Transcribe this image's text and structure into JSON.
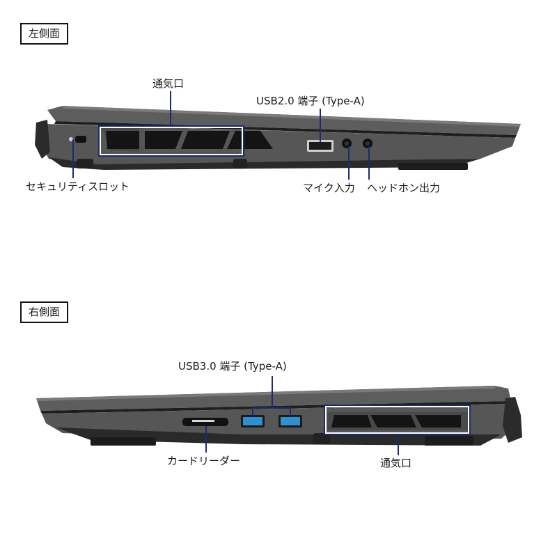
{
  "left_side": {
    "tag": "左側面",
    "labels": {
      "vent": "通気口",
      "usb2": "USB2.0 端子 (Type-A)",
      "security": "セキュリティスロット",
      "mic": "マイク入力",
      "headphone": "ヘッドホン出力"
    }
  },
  "right_side": {
    "tag": "右側面",
    "labels": {
      "usb3": "USB3.0 端子 (Type-A)",
      "card_reader": "カードリーダー",
      "vent": "通気口"
    }
  },
  "colors": {
    "leader_line": "#1e2a6e",
    "chassis": "#5a5a5a",
    "chassis_dark": "#2b2b2b",
    "usb3_blue": "#2f8fd0"
  }
}
